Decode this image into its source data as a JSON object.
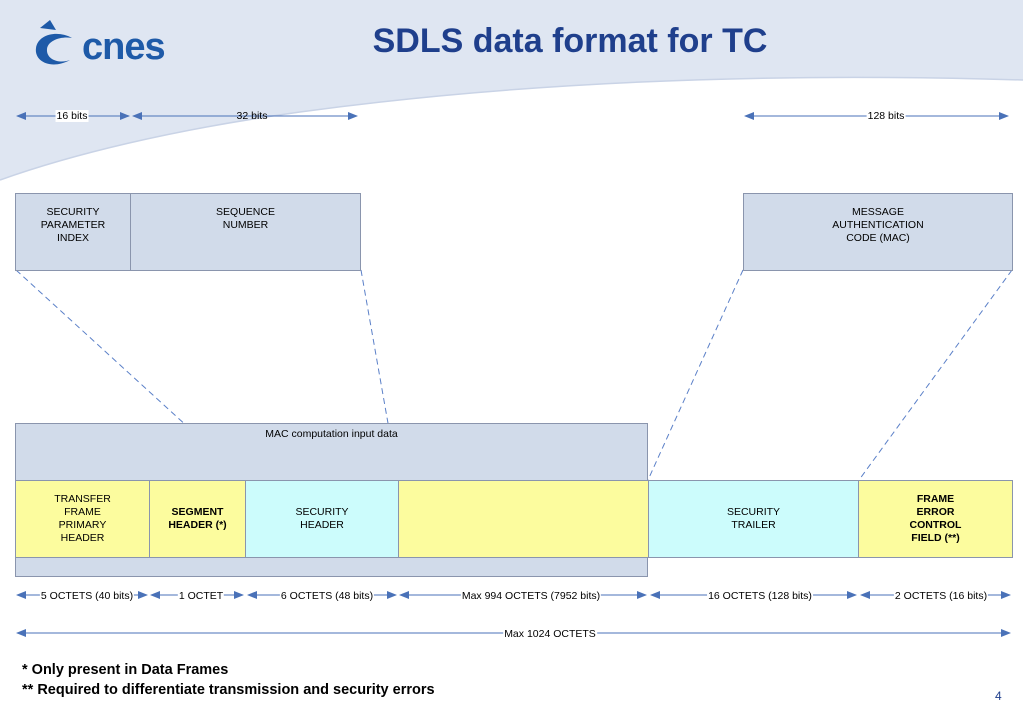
{
  "header": {
    "logo_text": "cnes",
    "title": "SDLS data format for TC"
  },
  "top_dimensions": {
    "spi_bits": "16 bits",
    "seq_bits": "32 bits",
    "mac_bits": "128 bits"
  },
  "top_boxes": {
    "spi": "SECURITY PARAMETER INDEX",
    "sequence": "SEQUENCE NUMBER",
    "mac": "MESSAGE AUTHENTICATION CODE (MAC)"
  },
  "mac_input_label": "MAC computation input data",
  "frame_fields": {
    "primary_header": "TRANSFER FRAME PRIMARY HEADER",
    "segment_header": "SEGMENT HEADER (*)",
    "security_header": "SECURITY HEADER",
    "data_field": "",
    "security_trailer": "SECURITY TRAILER",
    "fecf": "FRAME ERROR CONTROL FIELD (**)"
  },
  "bottom_dimensions": {
    "primary_header": "5 OCTETS (40 bits)",
    "segment_header": "1 OCTET",
    "security_header": "6 OCTETS (48 bits)",
    "data_field": "Max 994 OCTETS (7952 bits)",
    "security_trailer": "16 OCTETS (128 bits)",
    "fecf": "2 OCTETS (16 bits)",
    "total": "Max 1024 OCTETS"
  },
  "notes": {
    "note1": "* Only present in Data Frames",
    "note2": "** Required to differentiate transmission and security errors"
  },
  "page_number": "4",
  "colors": {
    "title_blue": "#1f3f8c",
    "logo_blue": "#1e5aa8",
    "box_gray": "#d1dbea",
    "box_yellow": "#fcfc9e",
    "box_cyan": "#ccfcfc",
    "arrow_blue": "#4a72b8",
    "dashed_blue": "#5b80c8"
  }
}
